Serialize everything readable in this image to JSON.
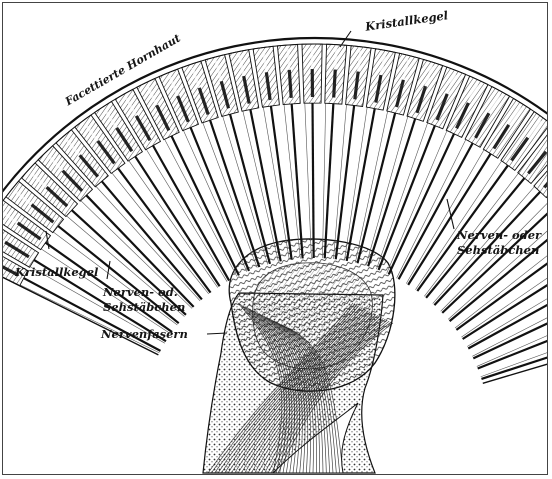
{
  "labels": {
    "kristallkegel_top": "Kristallkegel",
    "facettierte_hornhaut": "Facettierte Hornhaut",
    "kristallkegel_left": "Kristallkegel",
    "nerven_od_line1": "Nerven- od.",
    "nerven_od_line2": "Sehstäbchen",
    "nerven_oder_line1": "Nerven- oder",
    "nerven_oder_line2": "Sehstäbchen",
    "nervenfasern": "Nervenfasern"
  }
}
